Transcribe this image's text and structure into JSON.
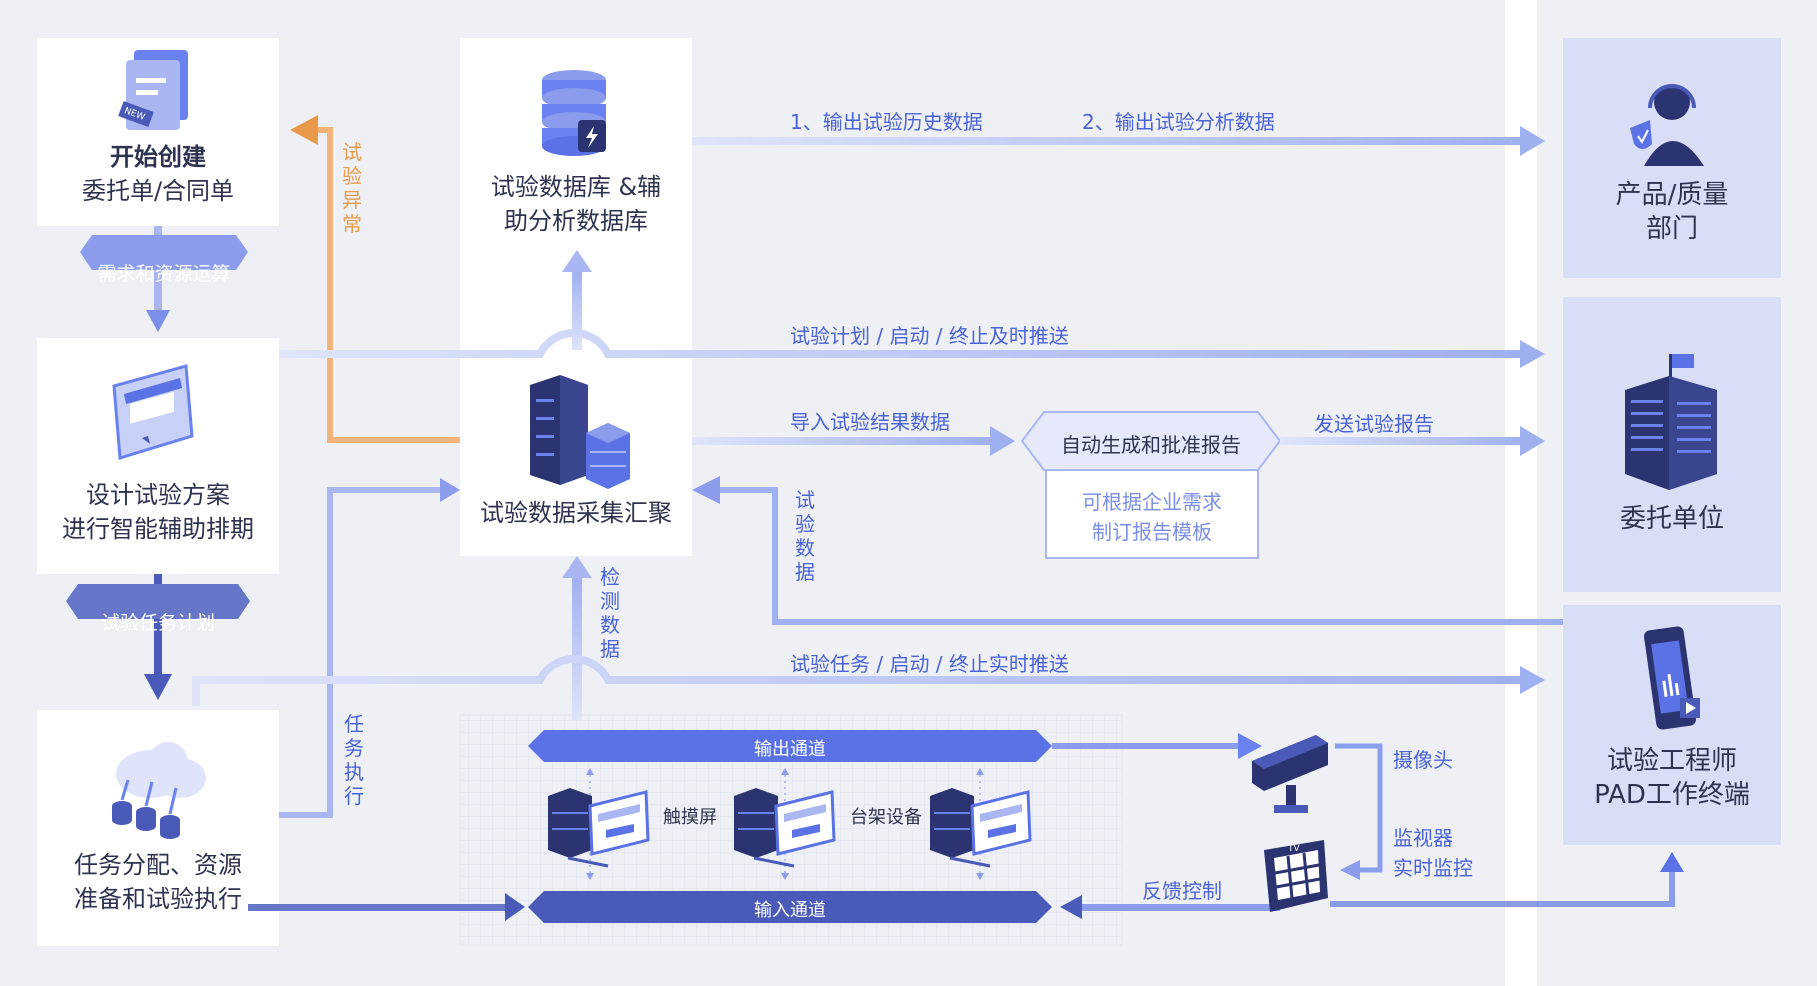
{
  "nodes": {
    "start": {
      "title": "开始创建",
      "subtitle": "委托单/合同单"
    },
    "design": {
      "line1": "设计试验方案",
      "line2": "进行智能辅助排期"
    },
    "task": {
      "line1": "任务分配、资源",
      "line2": "准备和试验执行"
    },
    "database": {
      "line1": "试验数据库 &辅",
      "line2": "助分析数据库"
    },
    "collect": {
      "title": "试验数据采集汇聚"
    },
    "product": {
      "line1": "产品/质量",
      "line2": "部门"
    },
    "client": {
      "title": "委托单位"
    },
    "engineer": {
      "line1": "试验工程师",
      "line2": "PAD工作终端"
    }
  },
  "pills": {
    "demand": "需求和资源运算",
    "plan": "试验任务计划"
  },
  "report": {
    "title": "自动生成和批准报告",
    "note_line1": "可根据企业需求",
    "note_line2": "制订报告模板"
  },
  "channels": {
    "output": "输出通道",
    "input": "输入通道"
  },
  "devices": {
    "touch": "触摸屏",
    "rack": "台架设备",
    "camera": "摄像头",
    "monitor_line1": "监视器",
    "monitor_line2": "实时监控",
    "feedback": "反馈控制",
    "tv_icon": "TV"
  },
  "arrows": {
    "history": "1、输出试验历史数据",
    "analysis": "2、输出试验分析数据",
    "plan_push": "试验计划 / 启动 / 终止及时推送",
    "import_result": "导入试验结果数据",
    "send_report": "发送试验报告",
    "task_push": "试验任务 / 启动 / 终止实时推送",
    "abnormal": "试验异常",
    "test_data": "试验数据",
    "detect_data": "检测数据",
    "task_exec": "任务执行"
  },
  "icons": {
    "doc": "new-document-icon",
    "web": "web-page-icon",
    "cloud": "cloud-database-icon",
    "db": "database-icon",
    "server": "server-icon",
    "service": "customer-service-icon",
    "building": "building-icon",
    "tablet": "tablet-icon",
    "camera": "camera-icon",
    "monitor": "monitor-icon"
  },
  "colors": {
    "accent": "#5b72e6",
    "light_arrow": "#a9b6f2",
    "dark_arrow": "#4a5ab8",
    "orange": "#e89a4a",
    "panel": "#d9def7"
  }
}
